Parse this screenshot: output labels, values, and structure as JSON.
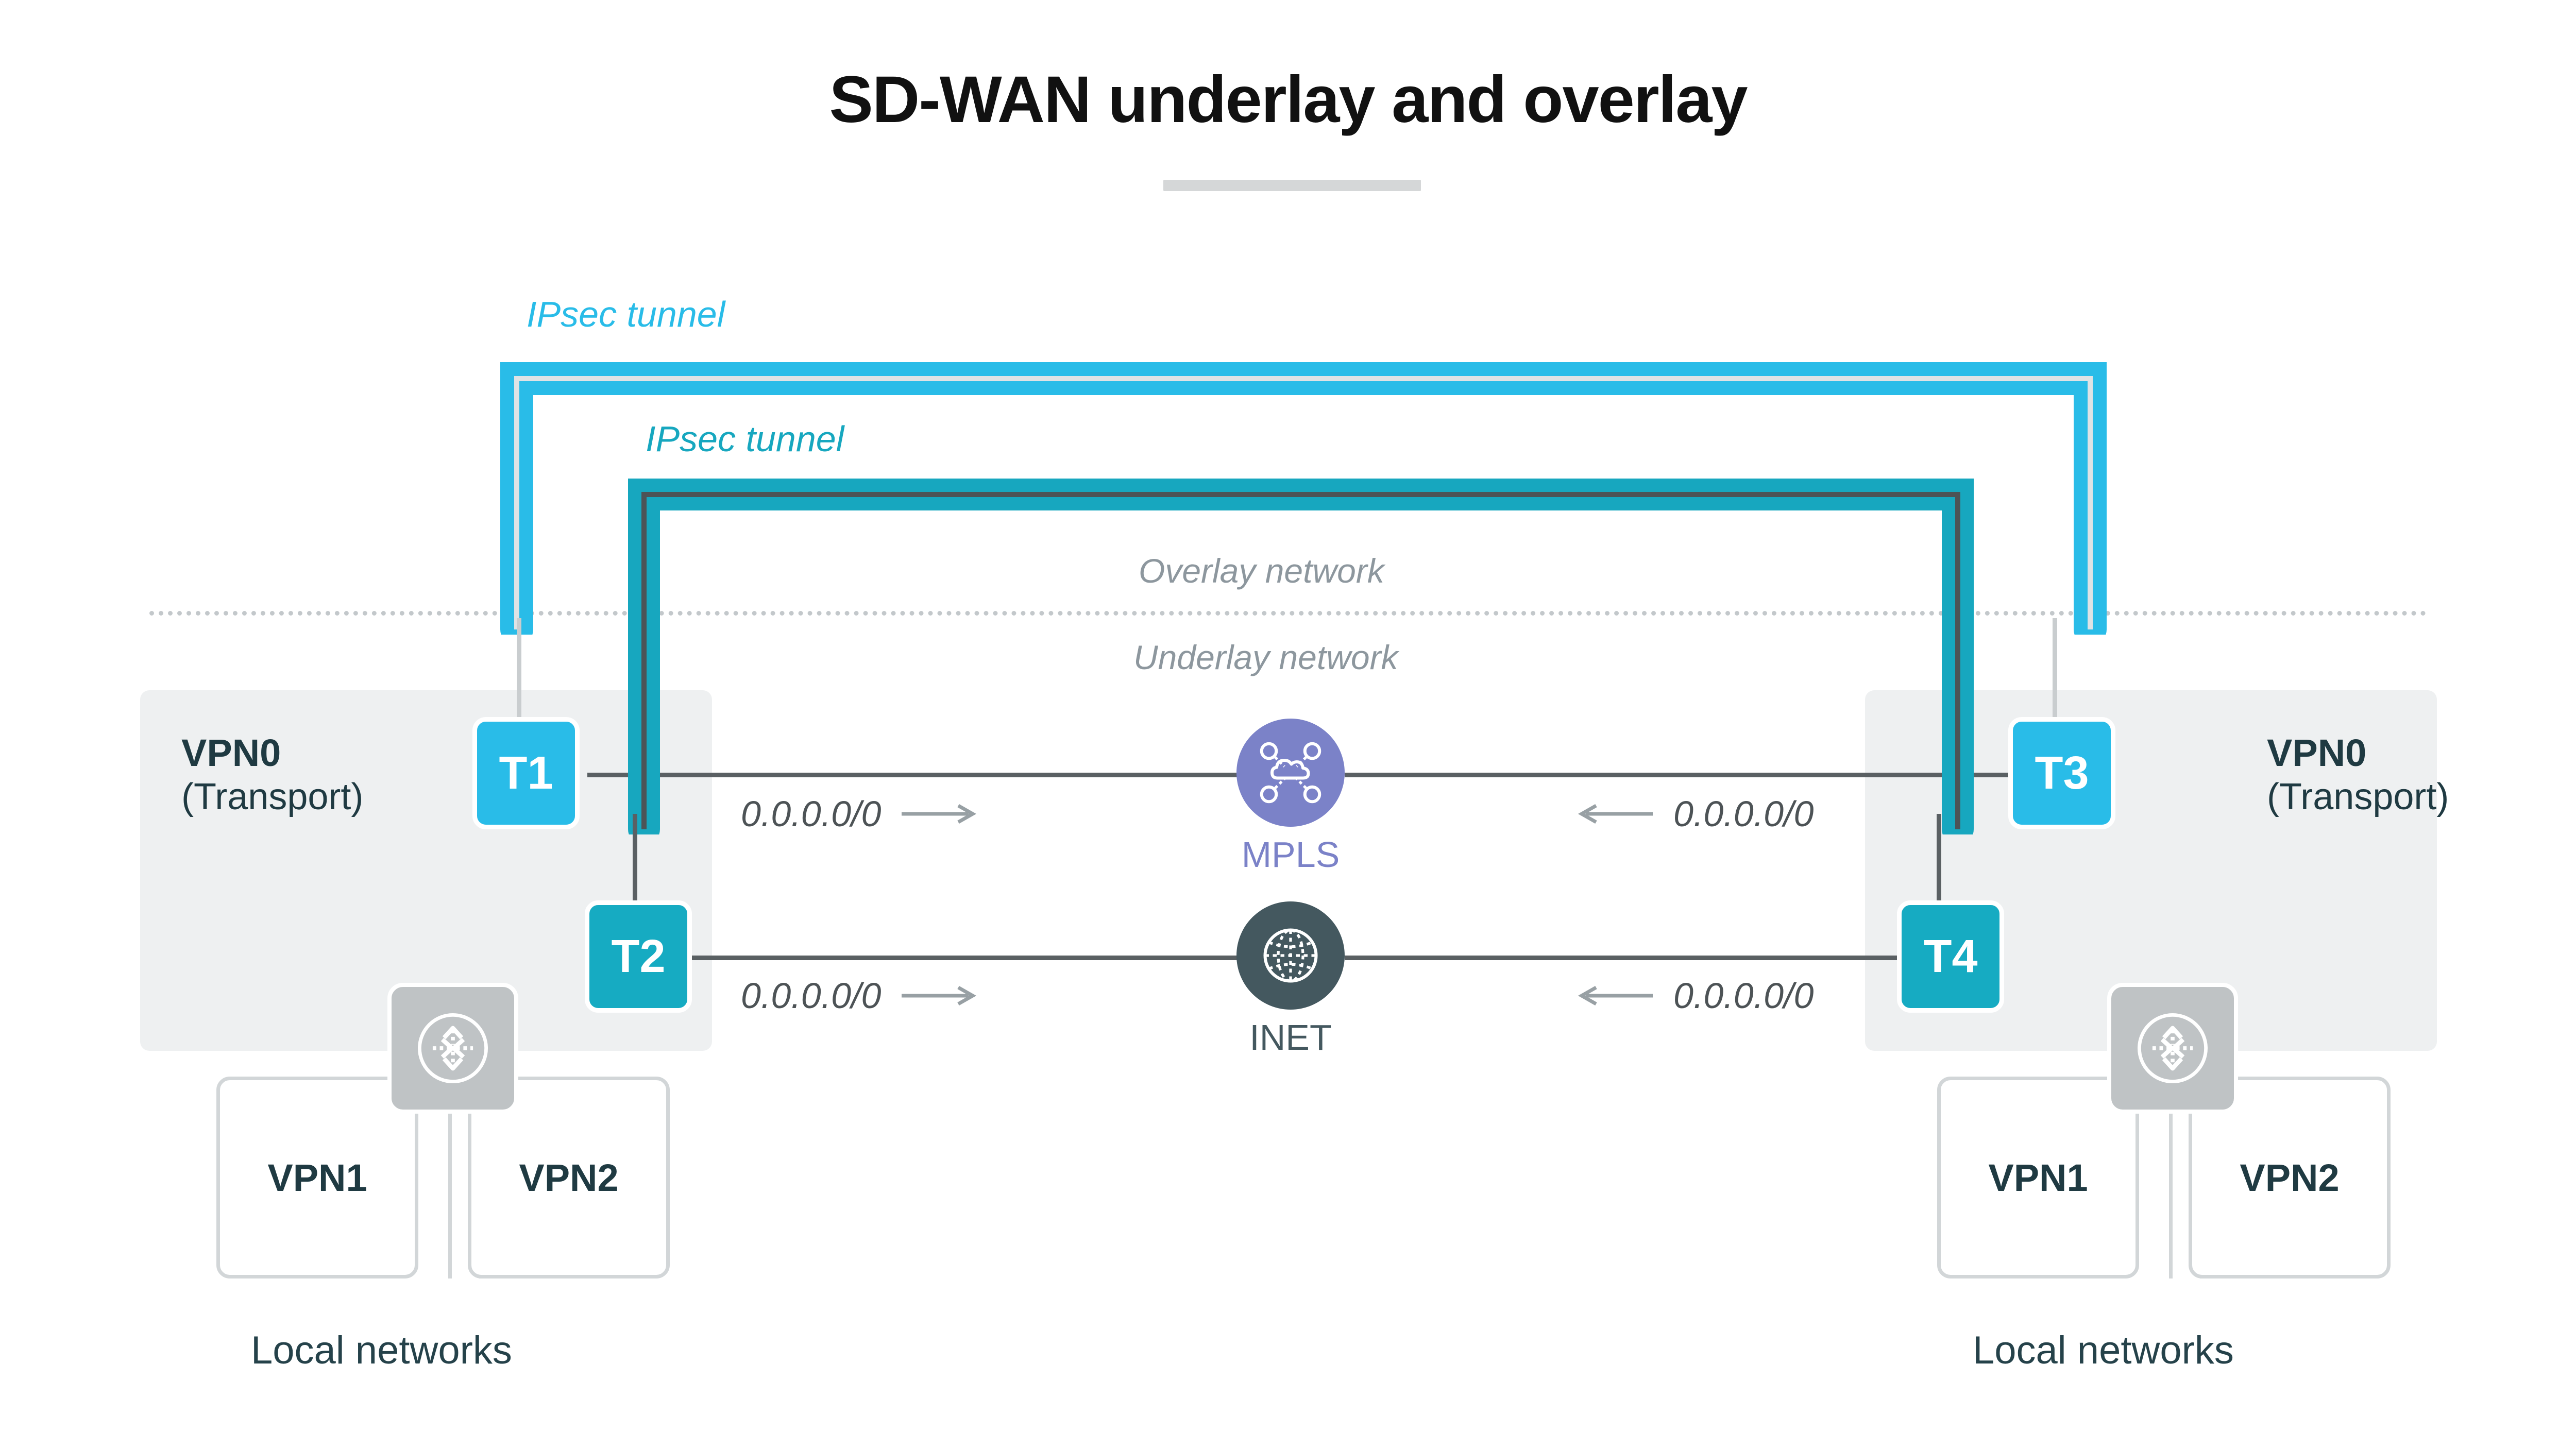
{
  "header": {
    "title": "SD-WAN underlay and overlay"
  },
  "layers": {
    "overlay_label": "Overlay network",
    "underlay_label": "Underlay network"
  },
  "tunnels": [
    {
      "id": "outer",
      "label": "IPsec tunnel",
      "from": "T1",
      "to": "T3",
      "color": "#29bce8"
    },
    {
      "id": "inner",
      "label": "IPsec tunnel",
      "from": "T2",
      "to": "T4",
      "color": "#17a7bf"
    }
  ],
  "sites": {
    "left": {
      "vpn0_line1": "VPN0",
      "vpn0_line2": "(Transport)",
      "transport_nodes": [
        {
          "id": "T1",
          "label": "T1",
          "color": "#29bce8"
        },
        {
          "id": "T2",
          "label": "T2",
          "color": "#16abc2"
        }
      ],
      "lan_boxes": [
        {
          "label": "VPN1"
        },
        {
          "label": "VPN2"
        }
      ],
      "router_icon": "router-icon",
      "caption": "Local networks"
    },
    "right": {
      "vpn0_line1": "VPN0",
      "vpn0_line2": "(Transport)",
      "transport_nodes": [
        {
          "id": "T3",
          "label": "T3",
          "color": "#29bce8"
        },
        {
          "id": "T4",
          "label": "T4",
          "color": "#16abc2"
        }
      ],
      "lan_boxes": [
        {
          "label": "VPN1"
        },
        {
          "label": "VPN2"
        }
      ],
      "router_icon": "router-icon",
      "caption": "Local networks"
    }
  },
  "transports": [
    {
      "id": "MPLS",
      "label": "MPLS",
      "icon": "mpls-cloud-icon",
      "color": "#7b82c8"
    },
    {
      "id": "INET",
      "label": "INET",
      "icon": "globe-icon",
      "color": "#44585f"
    }
  ],
  "routes": [
    {
      "id": "mpls-left",
      "prefix": "0.0.0.0/0",
      "direction": "right"
    },
    {
      "id": "inet-left",
      "prefix": "0.0.0.0/0",
      "direction": "right"
    },
    {
      "id": "mpls-right",
      "prefix": "0.0.0.0/0",
      "direction": "left"
    },
    {
      "id": "inet-right",
      "prefix": "0.0.0.0/0",
      "direction": "left"
    }
  ],
  "colors": {
    "panel_bg": "#eef0f1",
    "node_light": "#29bce8",
    "node_dark": "#16abc2",
    "mpls": "#7b82c8",
    "inet": "#44585f",
    "text_dark": "#1f3a42",
    "text_muted": "#8d979e",
    "link": "#5a6063",
    "divider": "#c3c8cb"
  }
}
